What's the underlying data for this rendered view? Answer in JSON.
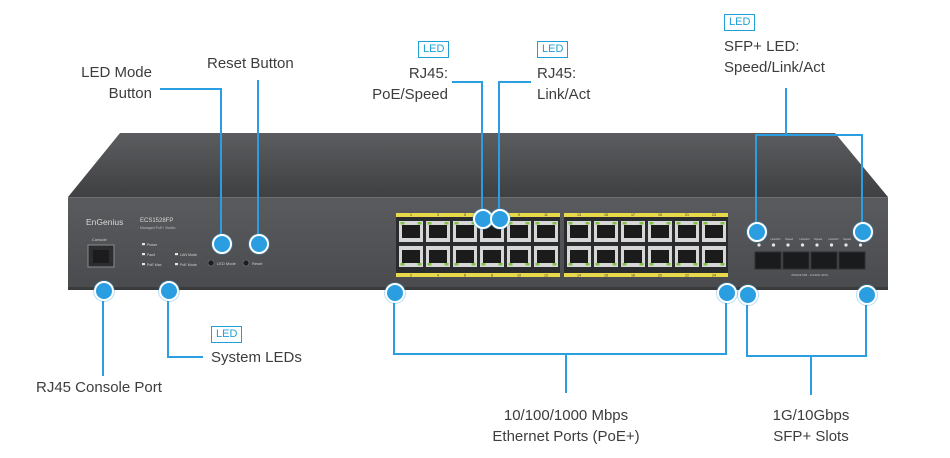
{
  "switch": {
    "brand": "EnGenius",
    "model": "ECS1528FP",
    "subtitle": "Managed PoE+ Switch",
    "console_label": "Console",
    "status_leds": [
      "Power",
      "Fault",
      "PoE Max",
      "LAN Mode",
      "PoE Mode"
    ],
    "mode_button_label": "LED Mode",
    "reset_button_label": "Reset",
    "top_port_numbers": [
      "1",
      "3",
      "5",
      "7",
      "9",
      "11",
      "13",
      "15",
      "17",
      "19",
      "21",
      "23"
    ],
    "bottom_port_numbers": [
      "2",
      "4",
      "6",
      "8",
      "10",
      "12",
      "14",
      "16",
      "18",
      "20",
      "22",
      "24"
    ],
    "sfp_top_labels": [
      "Speed",
      "Link/Act",
      "Speed",
      "Link/Act",
      "Speed",
      "Link/Act",
      "Speed",
      "Link/Act"
    ],
    "sfp_bottom_label": "25/26/27/28 - 1G/10G SFP+"
  },
  "callouts": {
    "led_tag": "LED",
    "led_mode_button": [
      "LED Mode",
      "Button"
    ],
    "reset_button": "Reset Button",
    "rj45_poe_speed": [
      "RJ45:",
      "PoE/Speed"
    ],
    "rj45_link_act": [
      "RJ45:",
      "Link/Act"
    ],
    "sfp_led": [
      "SFP+ LED:",
      "Speed/Link/Act"
    ],
    "console_port": "RJ45 Console Port",
    "system_leds": "System LEDs",
    "ethernet_ports": [
      "10/100/1000 Mbps",
      "Ethernet Ports (PoE+)"
    ],
    "sfp_slots": [
      "1G/10Gbps",
      "SFP+ Slots"
    ]
  },
  "colors": {
    "accent": "#2a9ee0",
    "chassis": "#4a4b4d",
    "faceplate": "#555658",
    "port_yellow": "#e8d94a"
  }
}
